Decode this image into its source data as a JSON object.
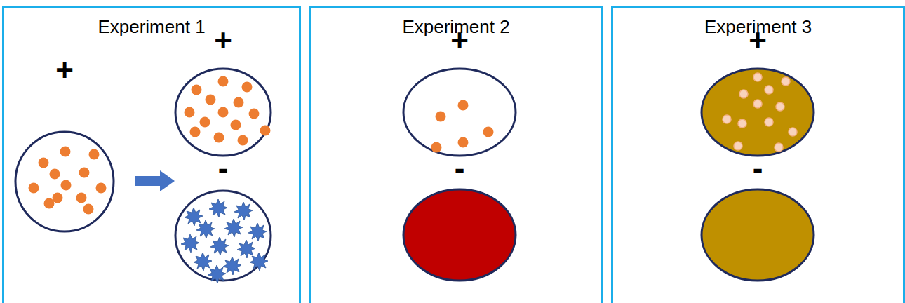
{
  "diagram": {
    "nodes": [
      {
        "text": [
          "Experiment 1"
        ]
      },
      {
        "text": [
          "+"
        ],
        "in": 0
      },
      {
        "text": [
          "+"
        ],
        "in": 0
      },
      {
        "text": [
          "-"
        ],
        "in": 0
      },
      {
        "text": [
          "Experiment 2"
        ]
      },
      {
        "text": [
          "+"
        ],
        "in": 4
      },
      {
        "text": [
          "-"
        ],
        "in": 4
      },
      {
        "text": [
          "Experiment 3"
        ]
      },
      {
        "text": [
          "+"
        ],
        "in": 7
      },
      {
        "text": [
          "-"
        ],
        "in": 7
      }
    ]
  }
}
